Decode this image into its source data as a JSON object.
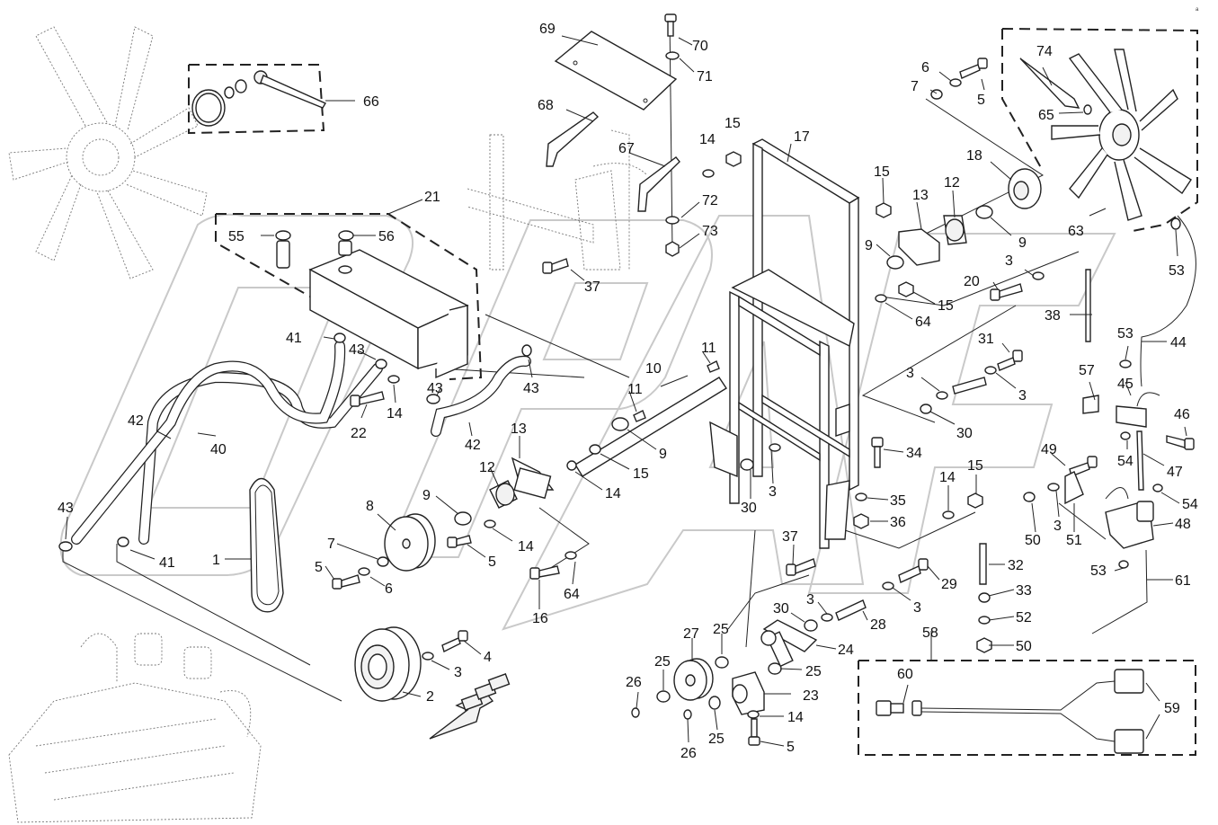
{
  "corner_mark": "a",
  "labels": {
    "l1": "1",
    "l2": "2",
    "l3a": "3",
    "l3b": "3",
    "l3c": "3",
    "l3d": "3",
    "l3e": "3",
    "l3f": "3",
    "l3g": "3",
    "l3h": "3",
    "l4": "4",
    "l5a": "5",
    "l5b": "5",
    "l5c": "5",
    "l5d": "5",
    "l6a": "6",
    "l6b": "6",
    "l7a": "7",
    "l7b": "7",
    "l8": "8",
    "l9a": "9",
    "l9b": "9",
    "l9c": "9",
    "l9d": "9",
    "l10": "10",
    "l11a": "11",
    "l11b": "11",
    "l12a": "12",
    "l12b": "12",
    "l13a": "13",
    "l13b": "13",
    "l14a": "14",
    "l14b": "14",
    "l14c": "14",
    "l14d": "14",
    "l14e": "14",
    "l14f": "14",
    "l15a": "15",
    "l15b": "15",
    "l15c": "15",
    "l15d": "15",
    "l15e": "15",
    "l16": "16",
    "l17": "17",
    "l18": "18",
    "l20": "20",
    "l21": "21",
    "l22": "22",
    "l23": "23",
    "l24": "24",
    "l25a": "25",
    "l25b": "25",
    "l25c": "25",
    "l25d": "25",
    "l26a": "26",
    "l26b": "26",
    "l27": "27",
    "l28": "28",
    "l29": "29",
    "l30a": "30",
    "l30b": "30",
    "l30c": "30",
    "l31": "31",
    "l32": "32",
    "l33": "33",
    "l34": "34",
    "l35": "35",
    "l36": "36",
    "l37a": "37",
    "l37b": "37",
    "l38": "38",
    "l40": "40",
    "l41a": "41",
    "l41b": "41",
    "l42a": "42",
    "l42b": "42",
    "l43a": "43",
    "l43b": "43",
    "l43c": "43",
    "l43d": "43",
    "l44": "44",
    "l45": "45",
    "l46": "46",
    "l47": "47",
    "l48": "48",
    "l49": "49",
    "l50a": "50",
    "l50b": "50",
    "l51": "51",
    "l52": "52",
    "l53a": "53",
    "l53b": "53",
    "l53c": "53",
    "l54a": "54",
    "l54b": "54",
    "l55": "55",
    "l56": "56",
    "l57": "57",
    "l58": "58",
    "l59": "59",
    "l60": "60",
    "l61": "61",
    "l63": "63",
    "l64a": "64",
    "l64b": "64",
    "l65": "65",
    "l66": "66",
    "l67": "67",
    "l68": "68",
    "l69": "69",
    "l70": "70",
    "l71": "71",
    "l72": "72",
    "l73": "73",
    "l74": "74"
  },
  "colors": {
    "ink": "#222222",
    "watermark": "#c9c9c9",
    "background": "#ffffff"
  }
}
